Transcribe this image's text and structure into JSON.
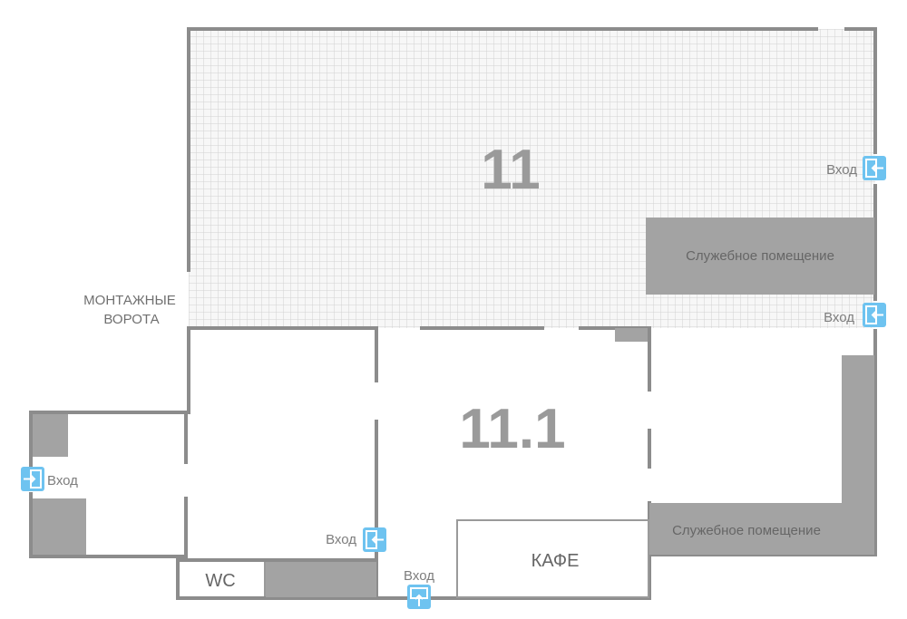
{
  "halls": {
    "hall_11": "11",
    "hall_11_1": "11.1"
  },
  "rooms": {
    "service_top": "Служебное помещение",
    "service_bottom": "Служебное помещение",
    "cafe": "КАФЕ",
    "wc": "WC"
  },
  "gate": {
    "line1": "МОНТАЖНЫЕ",
    "line2": "ВОРОТА"
  },
  "entrances": {
    "right_top": "Вход",
    "right_mid": "Вход",
    "left": "Вход",
    "center": "Вход",
    "bottom": "Вход"
  },
  "colors": {
    "wall": "#8c8c8c",
    "service_room": "#a3a3a3",
    "grid": "#d6d6d6",
    "entrance_icon": "#6ec3f0"
  },
  "icons": [
    "entrance-icon"
  ]
}
